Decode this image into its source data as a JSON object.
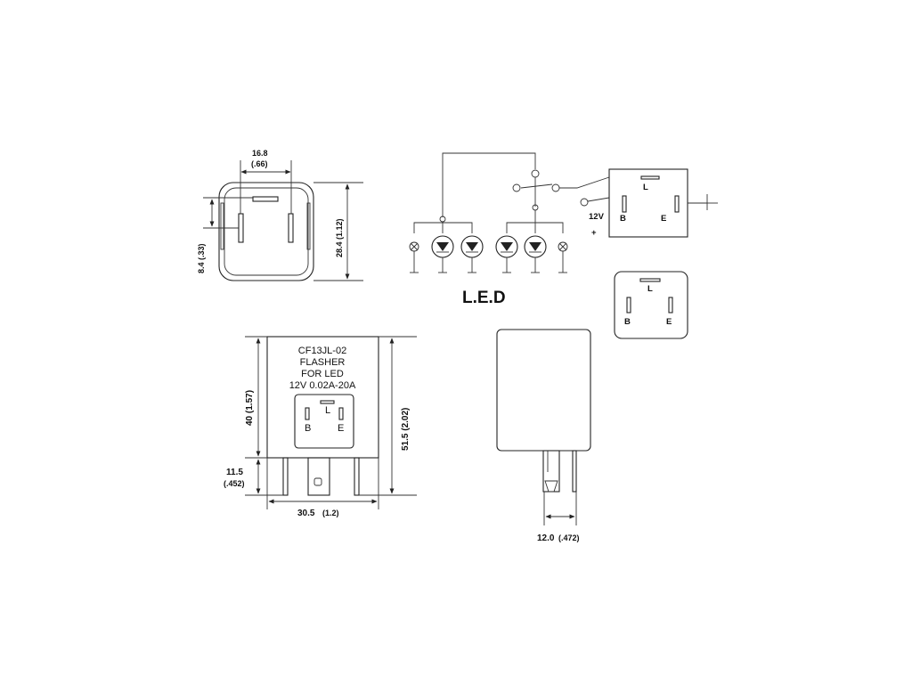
{
  "top_view": {
    "width_mm": "16.8",
    "width_in": "(.66)",
    "height_label": "28.4 (1.12)",
    "pin_pitch_label": "8.4 (.33)"
  },
  "schematic": {
    "title": "L.E.D",
    "voltage": "12V",
    "polarity": "+",
    "pin_l": "L",
    "pin_b": "B",
    "pin_e": "E"
  },
  "pin_view": {
    "pin_l": "L",
    "pin_b": "B",
    "pin_e": "E"
  },
  "front_view": {
    "label_line1": "CF13JL-02",
    "label_line2": "FLASHER",
    "label_line3": "FOR LED",
    "label_line4": "12V 0.02A-20A",
    "pin_l": "L",
    "pin_b": "B",
    "pin_e": "E",
    "body_height": "40 (1.57)",
    "total_height": "51.5 (2.02)",
    "pin_length_mm": "11.5",
    "pin_length_in": "(.452)",
    "width_mm": "30.5",
    "width_in": "(1.2)"
  },
  "side_view": {
    "width_mm": "12.0",
    "width_in": "(.472)"
  }
}
